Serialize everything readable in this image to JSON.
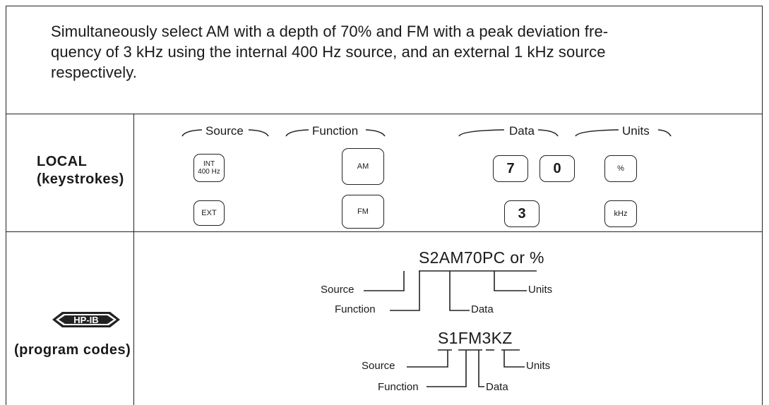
{
  "instruction": "Simultaneously select AM with a depth of 70% and FM with a peak deviation fre- quency of 3 kHz using the internal 400 Hz source, and an external 1 kHz source respectively.",
  "instruction_lines": [
    "Simultaneously select AM with a depth of 70% and FM with a peak deviation fre-",
    "quency of 3 kHz using the internal 400 Hz source, and an external 1 kHz source",
    "respectively."
  ],
  "local": {
    "label_line1": "LOCAL",
    "label_line2": "(keystrokes)",
    "headers": {
      "source": "Source",
      "function": "Function",
      "data": "Data",
      "units": "Units"
    },
    "row1": {
      "source_key": [
        "INT",
        "400 Hz"
      ],
      "function_key": "AM",
      "data_keys": [
        "7",
        "0"
      ],
      "units_key": "%"
    },
    "row2": {
      "source_key": "EXT",
      "function_key": "FM",
      "data_keys": [
        "3"
      ],
      "units_key": "kHz"
    }
  },
  "hpib": {
    "logo_text": "HP-IB",
    "label": "(program codes)",
    "example1": {
      "code": "S2AM70PC or %",
      "labels": {
        "source": "Source",
        "function": "Function",
        "data": "Data",
        "units": "Units"
      }
    },
    "example2": {
      "code": "S1FM3KZ",
      "labels": {
        "source": "Source",
        "function": "Function",
        "data": "Data",
        "units": "Units"
      }
    }
  }
}
